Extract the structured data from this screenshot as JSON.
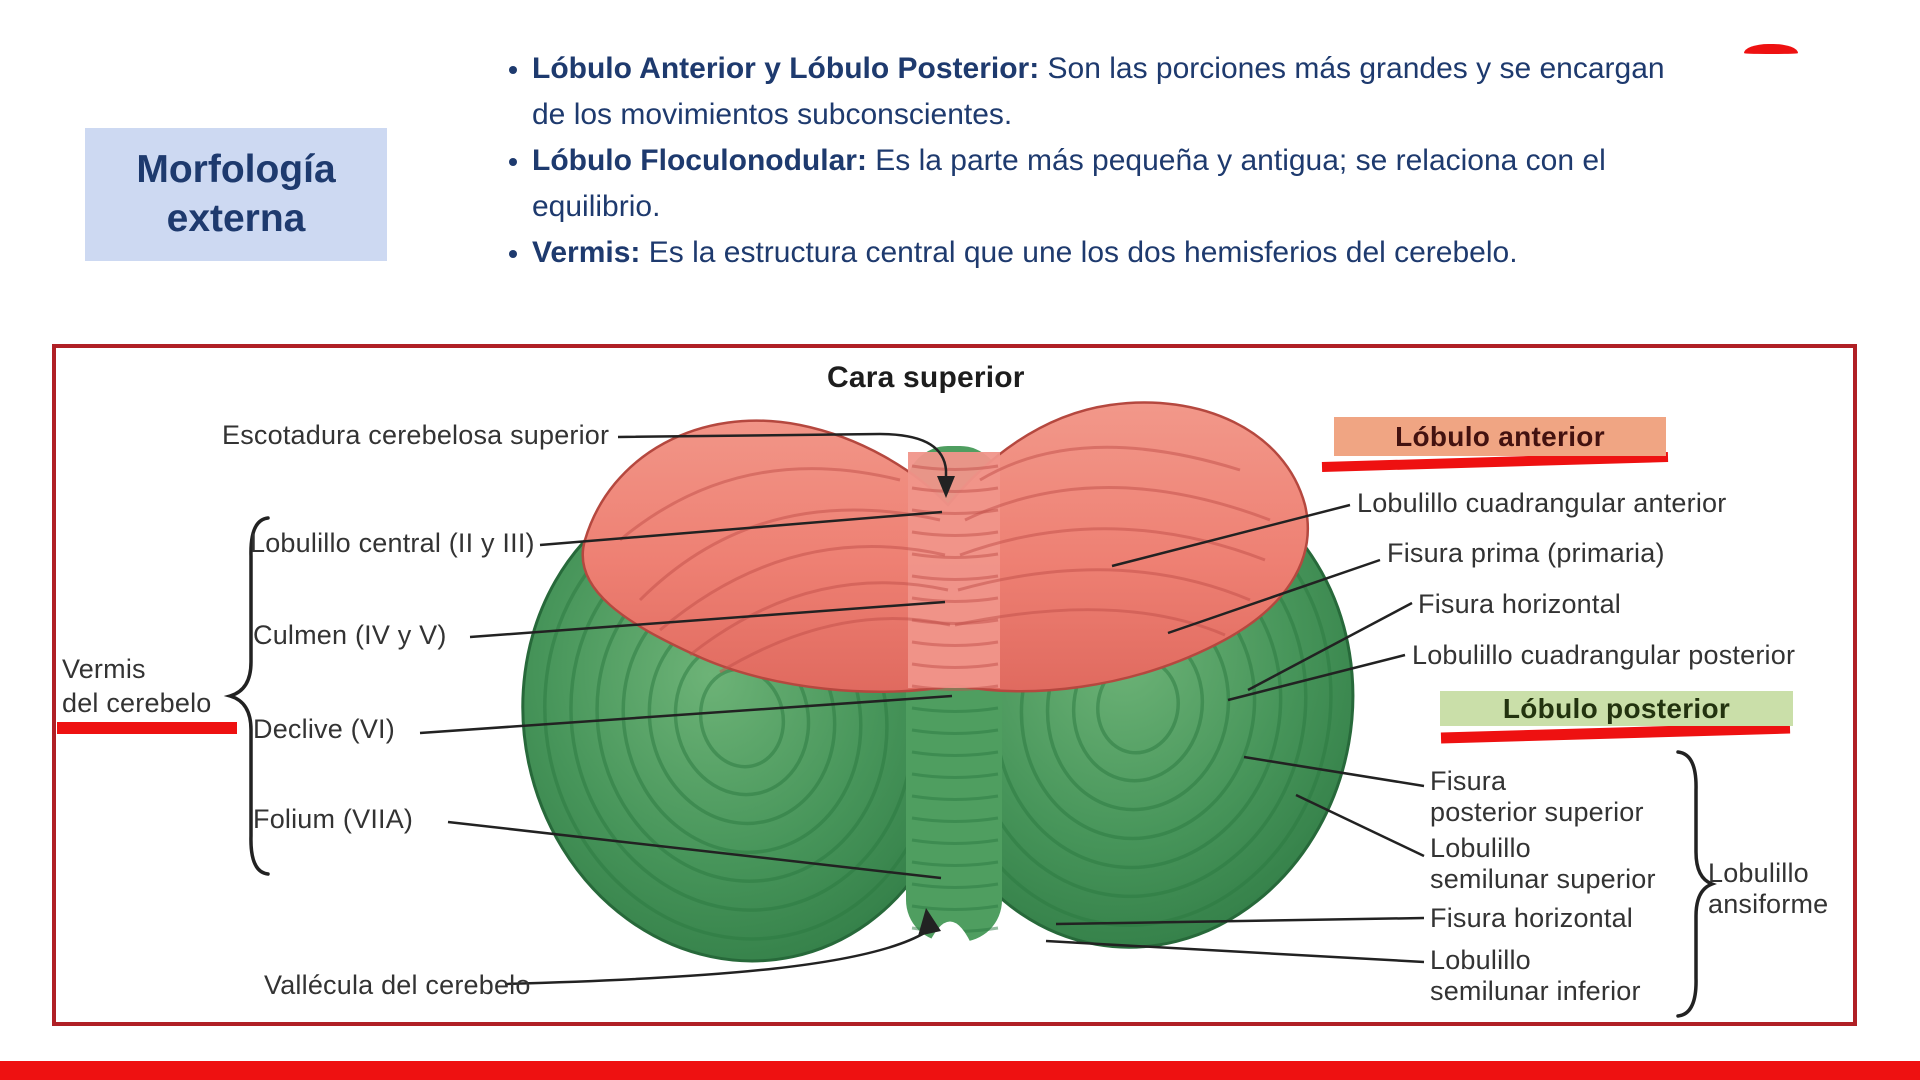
{
  "slide": {
    "title_line1": "Morfología",
    "title_line2": "externa",
    "bullets": [
      {
        "lead": "Lóbulo Anterior y Lóbulo Posterior:",
        "rest": " Son las porciones más grandes y se encargan de los movimientos subconscientes."
      },
      {
        "lead": "Lóbulo Floculonodular:",
        "rest": " Es la parte más pequeña y antigua; se relaciona con el equilibrio."
      },
      {
        "lead": "Vermis:",
        "rest": " Es la estructura central que une los dos hemisferios del cerebelo."
      }
    ]
  },
  "figure": {
    "caption": "Cara superior",
    "labels": {
      "escotadura": "Escotadura cerebelosa superior",
      "lobulillo_central": "Lobulillo central (II y III)",
      "culmen": "Culmen (IV y V)",
      "vermis_group": "Vermis\ndel cerebelo",
      "declive": "Declive (VI)",
      "folium": "Folium (VIIA)",
      "vallecula": "Vallécula del cerebelo",
      "lobulo_anterior": "Lóbulo anterior",
      "lobulillo_cuadrangular_anterior": "Lobulillo cuadrangular anterior",
      "fisura_prima": "Fisura prima (primaria)",
      "fisura_horizontal_superior": "Fisura horizontal",
      "lobulillo_cuadrangular_posterior": "Lobulillo cuadrangular posterior",
      "lobulo_posterior": "Lóbulo posterior",
      "fisura_posterior_superior": "Fisura\nposterior superior",
      "lobulillo_semilunar_superior": "Lobulillo\nsemilunar superior",
      "fisura_horizontal_inferior": "Fisura horizontal",
      "lobulillo_semilunar_inferior": "Lobulillo\nsemilunar inferior",
      "lobulillo_ansiforme": "Lobulillo\nansiforme"
    }
  },
  "colors": {
    "navy": "#1e3a6e",
    "title_bg": "#cdd9f2",
    "frame_red": "#b02025",
    "bright_red": "#ee1111",
    "anterior_bg": "#f0a583",
    "posterior_bg": "#cadfa9",
    "anterior_lobe_red": "#ee8073",
    "posterior_lobe_green": "#3d8f52"
  }
}
